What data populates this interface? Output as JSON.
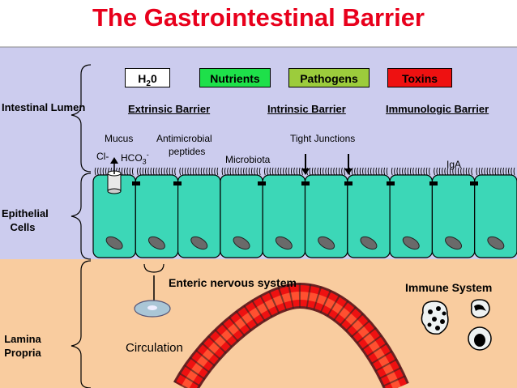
{
  "title": "The Gastrointestinal Barrier",
  "regions": {
    "lumen": "Intestinal Lumen",
    "epithelial": "Epithelial Cells",
    "lamina": "Lamina Propria"
  },
  "boxes": {
    "water_prefix": "H",
    "water_sub": "2",
    "water_suffix": "0",
    "nutrients": "Nutrients",
    "pathogens": "Pathogens",
    "toxins": "Toxins"
  },
  "barriers": {
    "extrinsic": "Extrinsic Barrier",
    "intrinsic": "Intrinsic Barrier",
    "immunologic": "Immunologic Barrier"
  },
  "labels": {
    "mucus": "Mucus",
    "antimicrobial": "Antimicrobial",
    "peptides": "peptides",
    "tight_junctions": "Tight Junctions",
    "cl": "Cl-",
    "hco3_main": "HCO",
    "hco3_sub": "3",
    "hco3_sup": "-",
    "microbiota": "Microbiota",
    "iga": "IgA",
    "enteric": "Enteric nervous system",
    "immune": "Immune System",
    "circulation": "Circulation"
  },
  "colors": {
    "title": "#e8001c",
    "lumen_bg": "#ccccee",
    "lamina_bg": "#f9cc9f",
    "cell_fill": "#3cd7b7",
    "nutrients_box": "#1ee04a",
    "pathogens_box": "#9ccc3c",
    "toxins_box": "#ee1111",
    "vessel": "#ee1111"
  }
}
